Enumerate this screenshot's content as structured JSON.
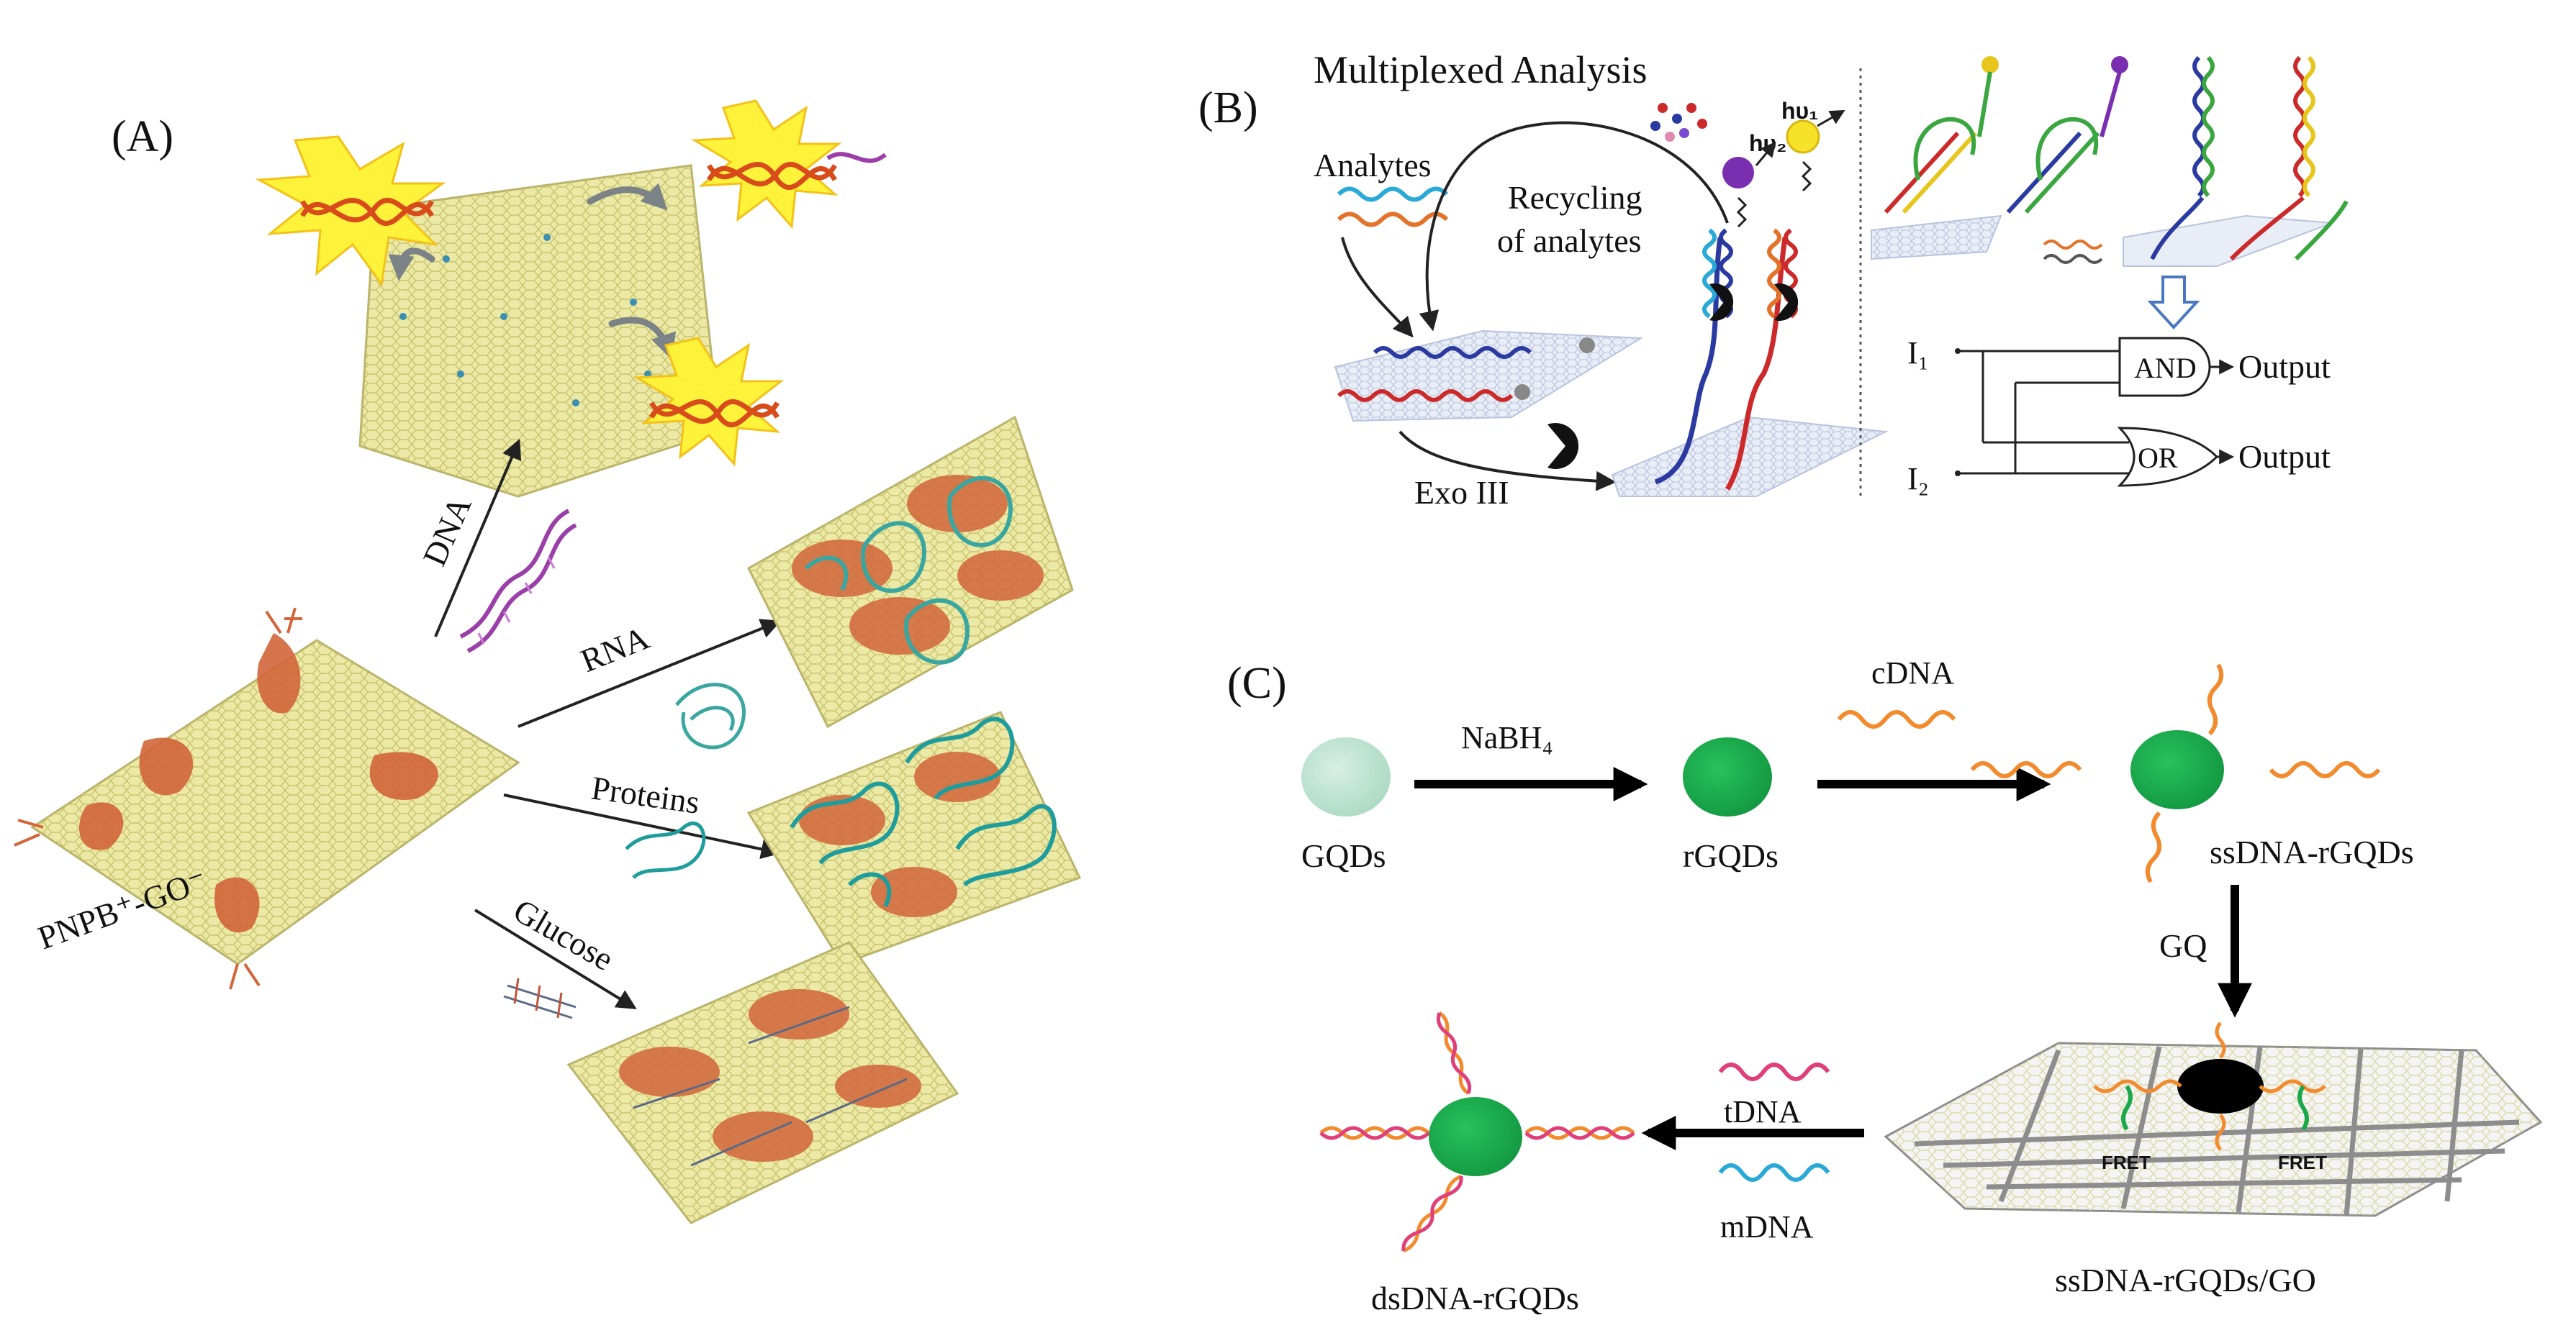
{
  "panels": {
    "a": {
      "label": "(A)",
      "hub_label": "PNPB⁺-GO⁻",
      "routes": [
        "DNA",
        "RNA",
        "Proteins",
        "Glucose"
      ]
    },
    "b": {
      "label": "(B)",
      "title": "Multiplexed Analysis",
      "analytes": "Analytes",
      "recycling_line1": "Recycling",
      "recycling_line2": "of analytes",
      "exo": "Exo III",
      "hv1": "hυ₁",
      "hv2": "hυ₂",
      "i1": "I₁",
      "i2": "I₂",
      "and_gate": "AND",
      "or_gate": "OR",
      "output_and": "Output",
      "output_or": "Output"
    },
    "c": {
      "label": "(C)",
      "gqds": "GQDs",
      "nabh4": "NaBH₄",
      "rgqds": "rGQDs",
      "cdna": "cDNA",
      "ssdna_rgqds": "ssDNA-rGQDs",
      "gq": "GQ",
      "fret_left": "FRET",
      "fret_right": "FRET",
      "ssdna_rgqds_go": "ssDNA-rGQDs/GO",
      "tdna": "tDNA",
      "mdna": "mDNA",
      "dsdna_rgqds": "dsDNA-rGQDs"
    }
  },
  "colors": {
    "graphene_sheet": "#ece9a6",
    "graphene_cell": "#c9c46e",
    "ppe_polymer": "#d2653a",
    "dna_purple": "#9b3fa8",
    "dna_orange": "#d84c1c",
    "rna_teal": "#3aa6a0",
    "protein_teal": "#1f9c9c",
    "burst_yellow": "#fff23a",
    "qd_green": "#1fb04f",
    "qd_pale": "#bde3d2",
    "cdna_orange": "#f28a2e",
    "tdna_pink": "#e0407a",
    "mdna_cyan": "#2aa9d6",
    "strand_blue": "#2a3aa0",
    "strand_red": "#cc2a2a",
    "go_gray": "#8d8d8d"
  }
}
